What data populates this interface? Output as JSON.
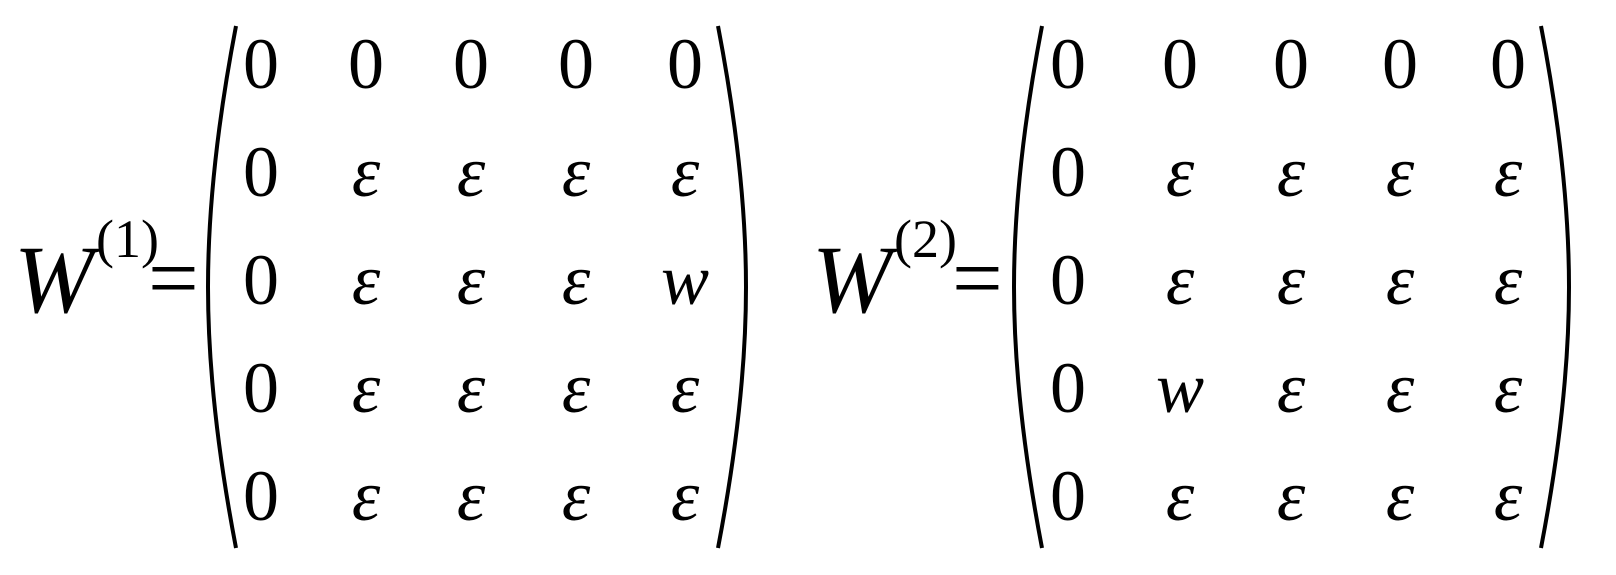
{
  "equations": [
    {
      "variable": "W",
      "superscript": "(1)",
      "equals": "=",
      "rows": [
        [
          "0",
          "0",
          "0",
          "0",
          "0"
        ],
        [
          "0",
          "ε",
          "ε",
          "ε",
          "ε"
        ],
        [
          "0",
          "ε",
          "ε",
          "ε",
          "w"
        ],
        [
          "0",
          "ε",
          "ε",
          "ε",
          "ε"
        ],
        [
          "0",
          "ε",
          "ε",
          "ε",
          "ε"
        ]
      ]
    },
    {
      "variable": "W",
      "superscript": "(2)",
      "equals": "=",
      "rows": [
        [
          "0",
          "0",
          "0",
          "0",
          "0"
        ],
        [
          "0",
          "ε",
          "ε",
          "ε",
          "ε"
        ],
        [
          "0",
          "ε",
          "ε",
          "ε",
          "ε"
        ],
        [
          "0",
          "w",
          "ε",
          "ε",
          "ε"
        ],
        [
          "0",
          "ε",
          "ε",
          "ε",
          "ε"
        ]
      ]
    }
  ]
}
